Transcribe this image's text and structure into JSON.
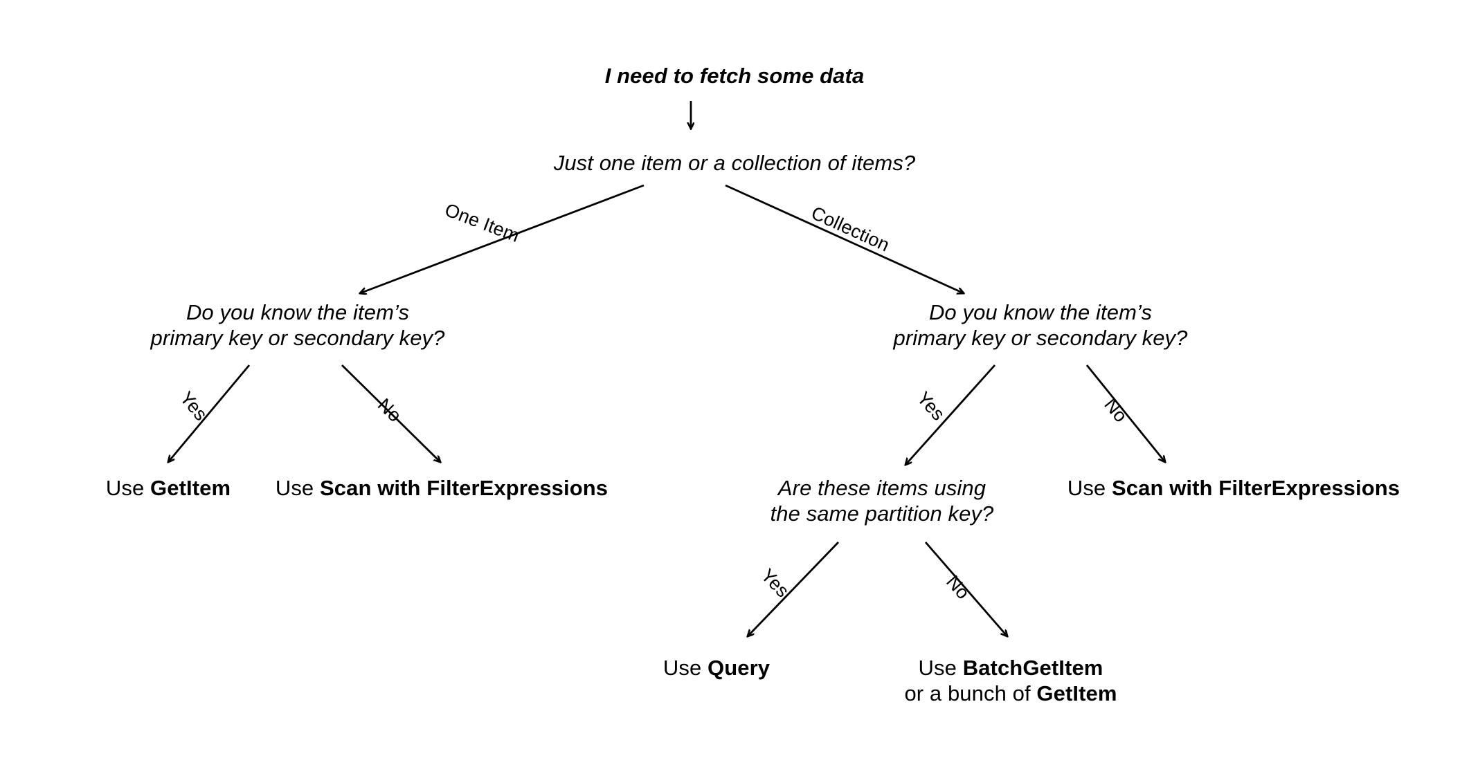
{
  "diagram": {
    "title": "I need to fetch some data",
    "type": "decision-tree",
    "background_color": "#ffffff",
    "line_color": "#000000",
    "text_color": "#000000",
    "nodes": {
      "root": {
        "text": "I need to fetch some data"
      },
      "q_one_or_many": {
        "text": "Just one item or a collection of items?"
      },
      "q_left_key": {
        "line1": "Do you know the item’s",
        "line2": "primary key or secondary key?"
      },
      "q_right_key": {
        "line1": "Do you know the item’s",
        "line2": "primary key or secondary key?"
      },
      "q_partition": {
        "line1": "Are these items using",
        "line2": "the same partition key?"
      },
      "leaf_getitem": {
        "prefix": "Use ",
        "api": "GetItem"
      },
      "leaf_scan_left": {
        "prefix": "Use ",
        "api": "Scan with FilterExpressions"
      },
      "leaf_scan_right": {
        "prefix": "Use ",
        "api": "Scan with FilterExpressions"
      },
      "leaf_query": {
        "prefix": "Use ",
        "api": "Query"
      },
      "leaf_batch": {
        "line1_prefix": "Use ",
        "line1_api": "BatchGetItem",
        "line2_prefix": "or a bunch of ",
        "line2_api": "GetItem"
      }
    },
    "edges": [
      {
        "id": "root-to-q1",
        "label": ""
      },
      {
        "id": "q1-to-left",
        "label": "One Item"
      },
      {
        "id": "q1-to-right",
        "label": "Collection"
      },
      {
        "id": "left-yes",
        "label": "Yes"
      },
      {
        "id": "left-no",
        "label": "No"
      },
      {
        "id": "right-yes",
        "label": "Yes"
      },
      {
        "id": "right-no",
        "label": "No"
      },
      {
        "id": "partition-yes",
        "label": "Yes"
      },
      {
        "id": "partition-no",
        "label": "No"
      }
    ]
  }
}
